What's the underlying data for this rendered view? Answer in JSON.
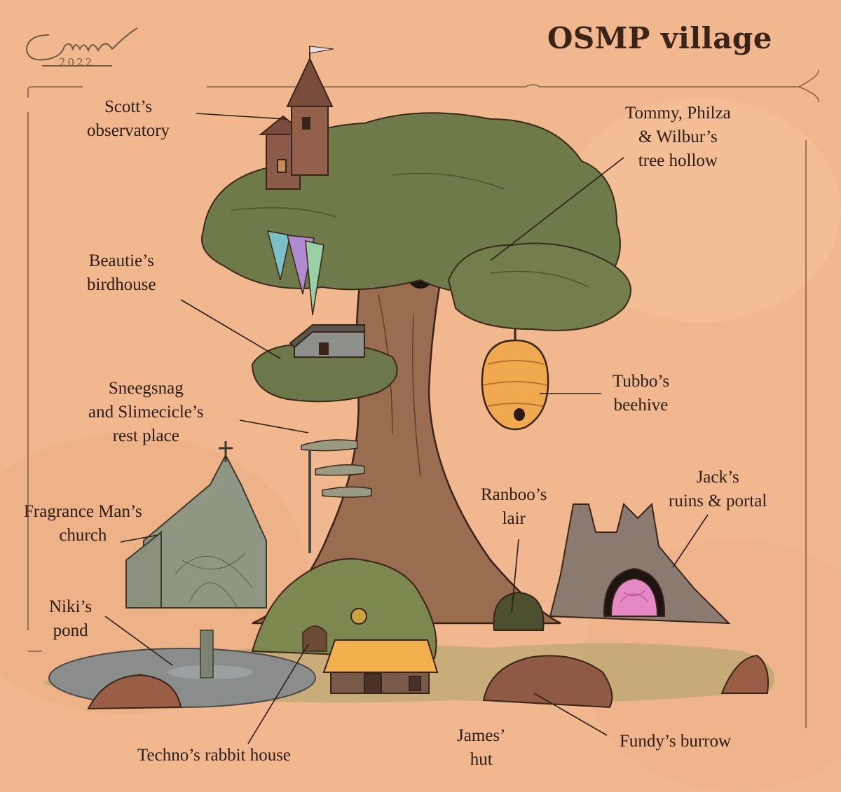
{
  "title": "OSMP village",
  "signature": {
    "year": "2022"
  },
  "labels": {
    "scott": [
      "Scott’s",
      "observatory"
    ],
    "tommy": [
      "Tommy, Philza",
      "& Wilbur’s",
      "tree hollow"
    ],
    "beautie": [
      "Beautie’s",
      "birdhouse"
    ],
    "tubbo": [
      "Tubbo’s",
      "beehive"
    ],
    "sneeg": [
      "Sneegsnag",
      "and Slimecicle’s",
      "rest place"
    ],
    "jack": [
      "Jack’s",
      "ruins & portal"
    ],
    "ranboo": [
      "Ranboo’s",
      "lair"
    ],
    "fragrance": [
      "Fragrance Man’s",
      "church"
    ],
    "niki": [
      "Niki’s",
      "pond"
    ],
    "techno": [
      "Techno’s rabbit house"
    ],
    "james": [
      "James’",
      "hut"
    ],
    "fundy": [
      "Fundy’s burrow"
    ]
  }
}
